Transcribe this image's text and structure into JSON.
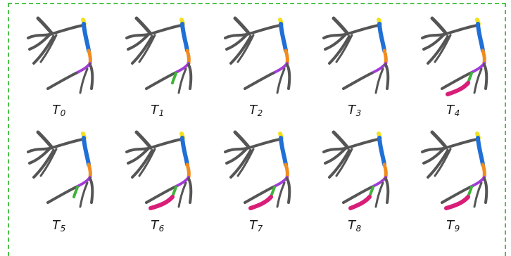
{
  "panels": [
    {
      "letter": "T",
      "index": "0"
    },
    {
      "letter": "T",
      "index": "1"
    },
    {
      "letter": "T",
      "index": "2"
    },
    {
      "letter": "T",
      "index": "3"
    },
    {
      "letter": "T",
      "index": "4"
    },
    {
      "letter": "T",
      "index": "5"
    },
    {
      "letter": "T",
      "index": "6"
    },
    {
      "letter": "T",
      "index": "7"
    },
    {
      "letter": "T",
      "index": "8"
    },
    {
      "letter": "T",
      "index": "9"
    }
  ],
  "colors": {
    "frame_dash": "#4fc34b",
    "vessel_gray": "#555555",
    "segment_yellow": "#f2e01b",
    "segment_blue": "#1f6fd6",
    "segment_orange": "#f08c1e",
    "segment_purple": "#a23cd6",
    "segment_green": "#3fb23a",
    "segment_magenta": "#d81e78"
  }
}
